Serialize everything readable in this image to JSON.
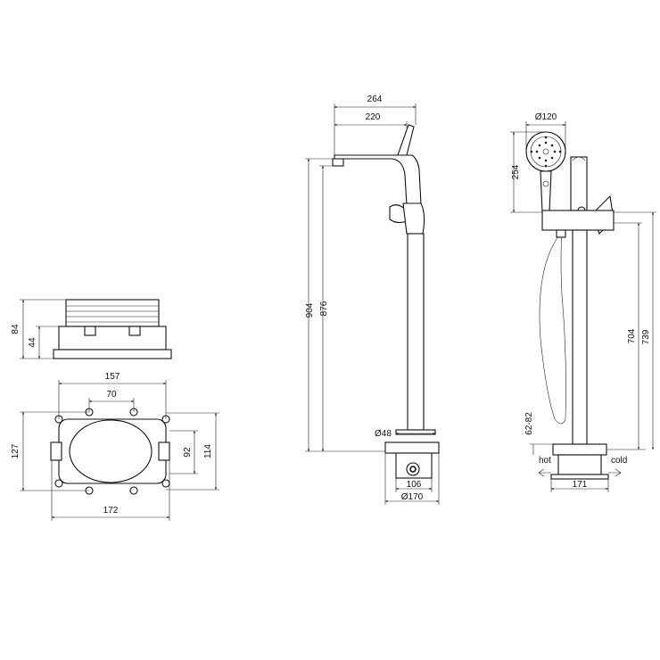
{
  "box_side": {
    "height_total": "84",
    "height_inner": "44"
  },
  "box_top": {
    "width_outer": "157",
    "width_holes": "70",
    "height_left": "127",
    "height_right_inner": "92",
    "height_right_outer": "114",
    "width_total": "172"
  },
  "front": {
    "width_total": "264",
    "width_spout": "220",
    "height_total": "904",
    "height_spout": "876",
    "diameter_column": "Ø48",
    "width_base_box": "106",
    "diameter_base": "Ø170"
  },
  "side": {
    "diameter_shower": "Ø120",
    "height_shower": "254",
    "height_outlet": "704",
    "height_total": "739",
    "range_inlet": "62-82",
    "label_hot": "hot",
    "label_cold": "cold",
    "width_base_box": "171"
  }
}
